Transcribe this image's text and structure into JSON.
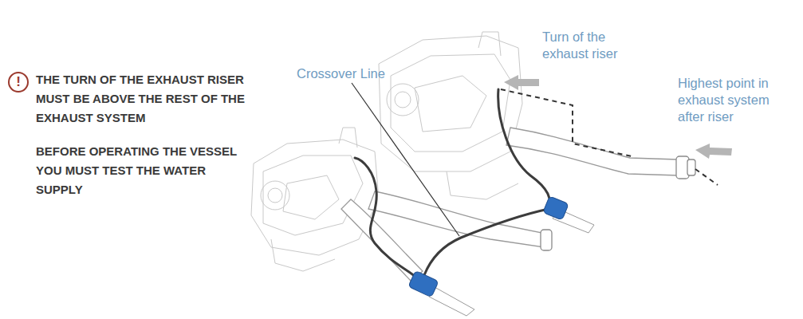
{
  "diagram": {
    "nodes": [
      {
        "text": [
          "!"
        ]
      }
    ],
    "labels": [
      "THE TURN OF THE EXHAUST RISER MUST BE ABOVE THE REST OF THE EXHAUST SYSTEM",
      "BEFORE OPERATING THE VESSEL YOU MUST TEST THE WATER SUPPLY",
      "Crossover Line",
      "Turn of the exhaust riser",
      "Highest point in exhaust system after riser"
    ]
  }
}
